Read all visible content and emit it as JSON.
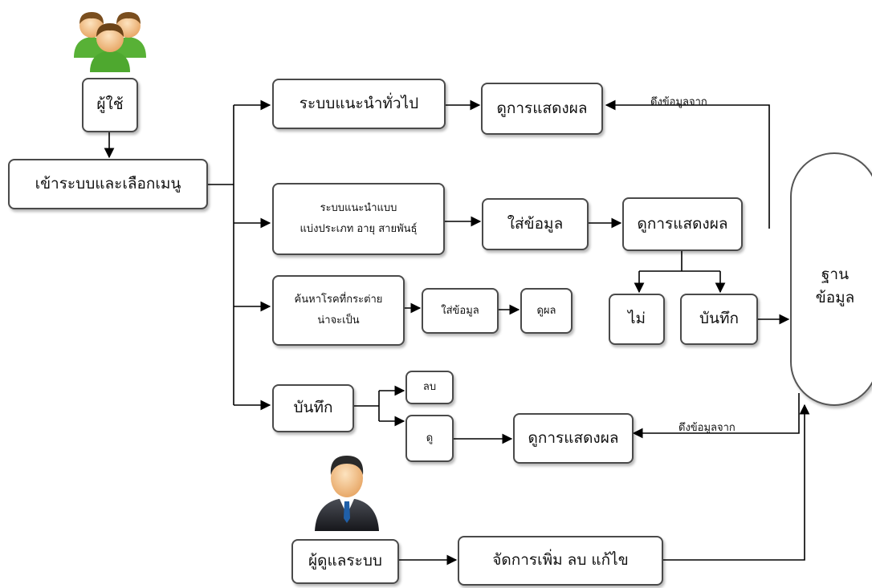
{
  "nodes": {
    "user": "ผู้ใช้",
    "login_menu": "เข้าระบบและเลือกเมนู",
    "general_recommend": "ระบบแนะนำทั่วไป",
    "view_result_1": "ดูการแสดงผล",
    "category_recommend_line1": "ระบบแนะนำแบบ",
    "category_recommend_line2": "แบ่งประเภท อายุ สายพันธุ์",
    "input_data_1": "ใส่ข้อมูล",
    "view_result_2": "ดูการแสดงผล",
    "no": "ไม่",
    "save_result": "บันทึก",
    "disease_search_line1": "ค้นหาโรคที่กระต่าย",
    "disease_search_line2": "น่าจะเป็น",
    "input_data_2": "ใส่ข้อมูล",
    "view_result_short": "ดูผล",
    "saved_records": "บันทึก",
    "delete": "ลบ",
    "view": "ดู",
    "view_result_3": "ดูการแสดงผล",
    "admin": "ผู้ดูแลระบบ",
    "manage_data": "จัดการเพิ่ม ลบ แก้ไข",
    "database_line1": "ฐาน",
    "database_line2": "ข้อมูล"
  },
  "edge_labels": {
    "fetch_top": "ดึงข้อมูลจาก",
    "fetch_bottom": "ดึงข้อมูลจาก"
  },
  "icons": {
    "users": "user-group-icon",
    "admin": "businessman-icon"
  },
  "colors": {
    "user_skin": "#f3c28a",
    "user_shirt": "#5cb83a",
    "user_hair": "#7a4e1e",
    "admin_suit": "#2b2d33",
    "admin_tie": "#1f5fa8",
    "line": "#000000"
  }
}
